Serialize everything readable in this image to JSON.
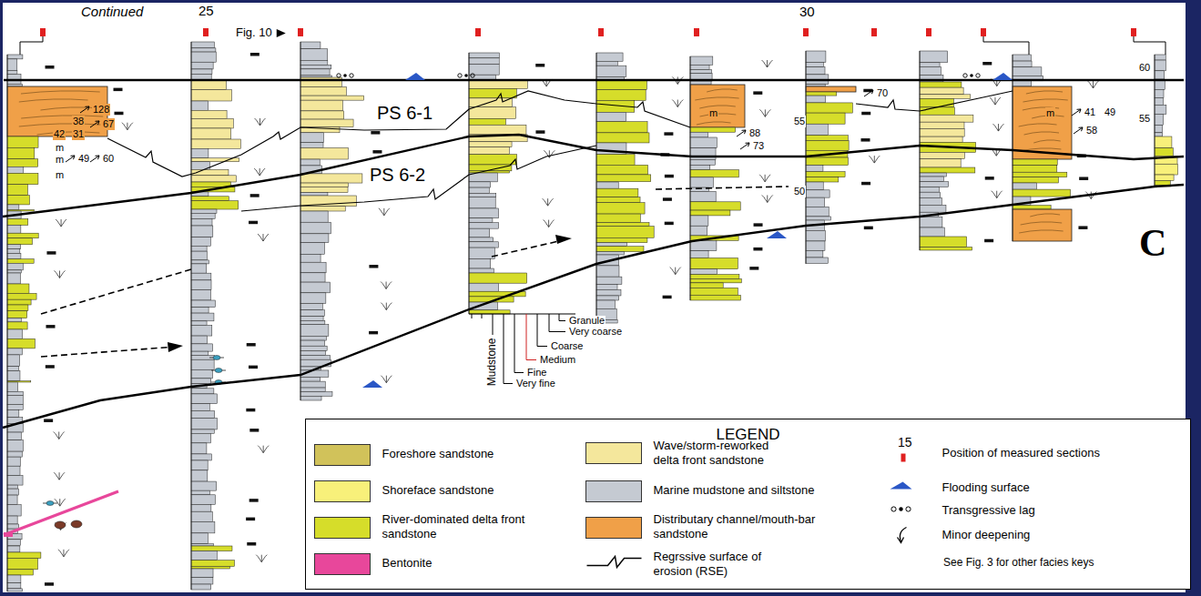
{
  "diagram": {
    "nodes": [
      {
        "text": [
          "LEGEND"
        ]
      }
    ],
    "labels": [
      "Continued",
      "25",
      "Fig. 10",
      "30",
      "PS 6-1",
      "PS 6-2",
      "C",
      "128",
      "38",
      "67",
      "42",
      "31",
      "m",
      "m",
      "49",
      "60",
      "m",
      "88",
      "73",
      "m",
      "70",
      "55",
      "50",
      "m",
      "41",
      "49",
      "58",
      "60",
      "55",
      "Mudstone",
      "Granule",
      "Very coarse",
      "Coarse",
      "Medium",
      "Fine",
      "Very fine",
      "15",
      "See Fig. 3 for other facies keys"
    ],
    "legend": [
      {
        "text": "Foreshore sandstone",
        "color": "#d1c25a"
      },
      {
        "text": "Shoreface sandstone",
        "color": "#f8f07a"
      },
      {
        "text": "River-dominated delta front sandstone",
        "color": "#d6dd2a"
      },
      {
        "text": "Bentonite",
        "color": "#e8479b"
      },
      {
        "text": "Wave/storm-reworked delta front sandstone",
        "color": "#f4e79c"
      },
      {
        "text": "Marine mudstone and siltstone",
        "color": "#c5cad2"
      },
      {
        "text": "Distributary channel/mouth-bar sandstone",
        "color": "#f0a048"
      },
      {
        "text": "Regrssive surface of erosion (RSE)"
      },
      {
        "text": "Position of measured sections"
      },
      {
        "text": "Flooding surface"
      },
      {
        "text": "Transgressive lag"
      },
      {
        "text": "Minor deepening"
      }
    ]
  }
}
